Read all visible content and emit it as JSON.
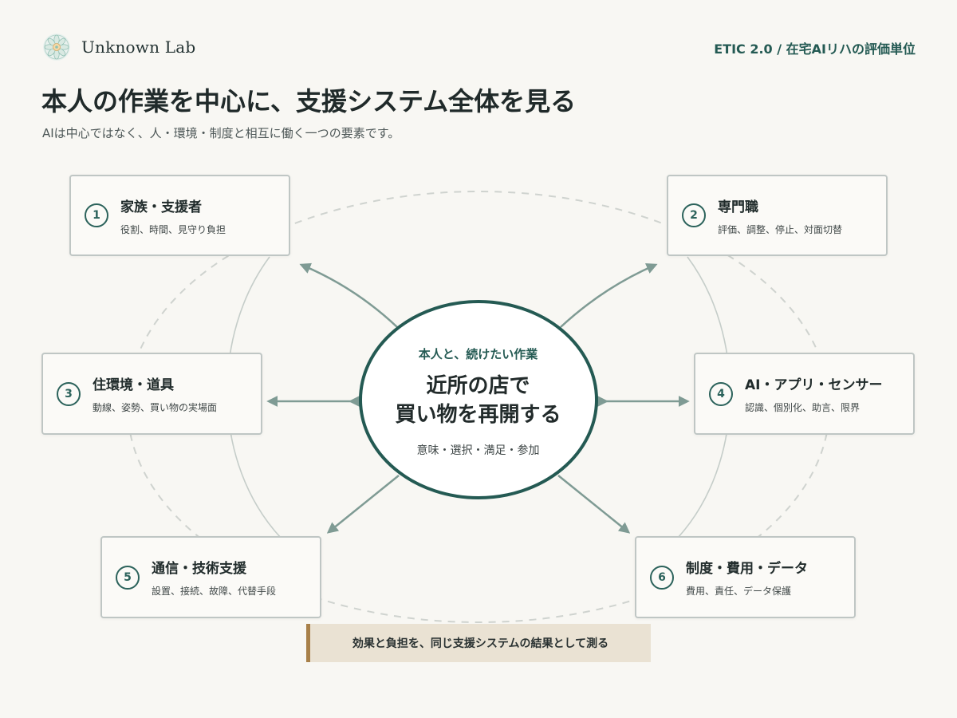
{
  "brand": {
    "name": "Unknown Lab",
    "logo_icon": "mandala-logo-icon"
  },
  "header": {
    "tag": "ETIC 2.0 / 在宅AIリハの評価単位"
  },
  "page": {
    "title": "本人の作業を中心に、支援システム全体を見る",
    "subtitle": "AIは中心ではなく、人・環境・制度と相互に働く一つの要素です。"
  },
  "center": {
    "kicker": "本人と、続けたい作業",
    "main_line_1": "近所の店で",
    "main_line_2": "買い物を再開する",
    "sub": "意味・選択・満足・参加"
  },
  "nodes": [
    {
      "number": "1",
      "title": "家族・支援者",
      "desc": "役割、時間、見守り負担"
    },
    {
      "number": "2",
      "title": "専門職",
      "desc": "評価、調整、停止、対面切替"
    },
    {
      "number": "3",
      "title": "住環境・道具",
      "desc": "動線、姿勢、買い物の実場面"
    },
    {
      "number": "4",
      "title": "AI・アプリ・センサー",
      "desc": "認識、個別化、助言、限界"
    },
    {
      "number": "5",
      "title": "通信・技術支援",
      "desc": "設置、接続、故障、代替手段"
    },
    {
      "number": "6",
      "title": "制度・費用・データ",
      "desc": "費用、責任、データ保護"
    }
  ],
  "footer": {
    "note": "効果と負担を、同じ支援システムの結果として測る"
  },
  "colors": {
    "background": "#f8f7f3",
    "accent": "#245a53",
    "connector": "#7f9b94",
    "footer_bar": "#a88049",
    "footer_fill": "#eae2d3"
  }
}
